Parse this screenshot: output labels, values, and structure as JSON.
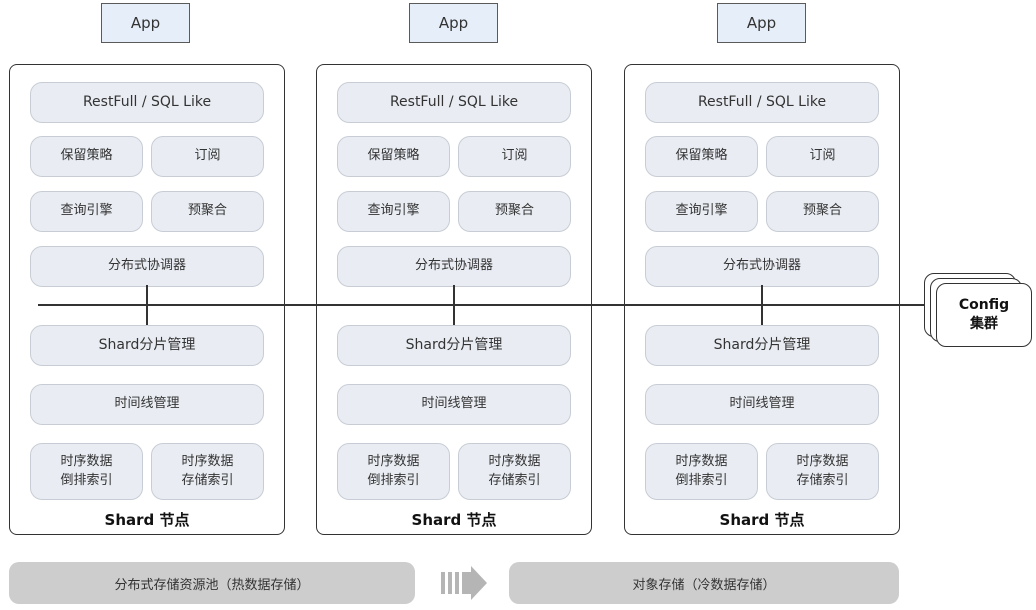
{
  "app_label": "App",
  "node": {
    "restful": "RestFull / SQL Like",
    "retention": "保留策略",
    "subscription": "订阅",
    "query_engine": "查询引擎",
    "pre_aggregation": "预聚合",
    "coordinator": "分布式协调器",
    "shard_mgmt": "Shard分片管理",
    "timeline_mgmt": "时间线管理",
    "inverted_index": [
      "时序数据",
      "倒排索引"
    ],
    "storage_index": [
      "时序数据",
      "存储索引"
    ],
    "label": "Shard 节点"
  },
  "config": {
    "line1": "Config",
    "line2": "集群"
  },
  "hot_pool": "分布式存储资源池（热数据存储）",
  "cold_pool": "对象存储（冷数据存储）",
  "colors": {
    "app_fill": "#e6eef9",
    "pill_fill": "#e9edf3",
    "pool_fill": "#cdcdcd",
    "arrow_fill": "#b5b5b5"
  }
}
